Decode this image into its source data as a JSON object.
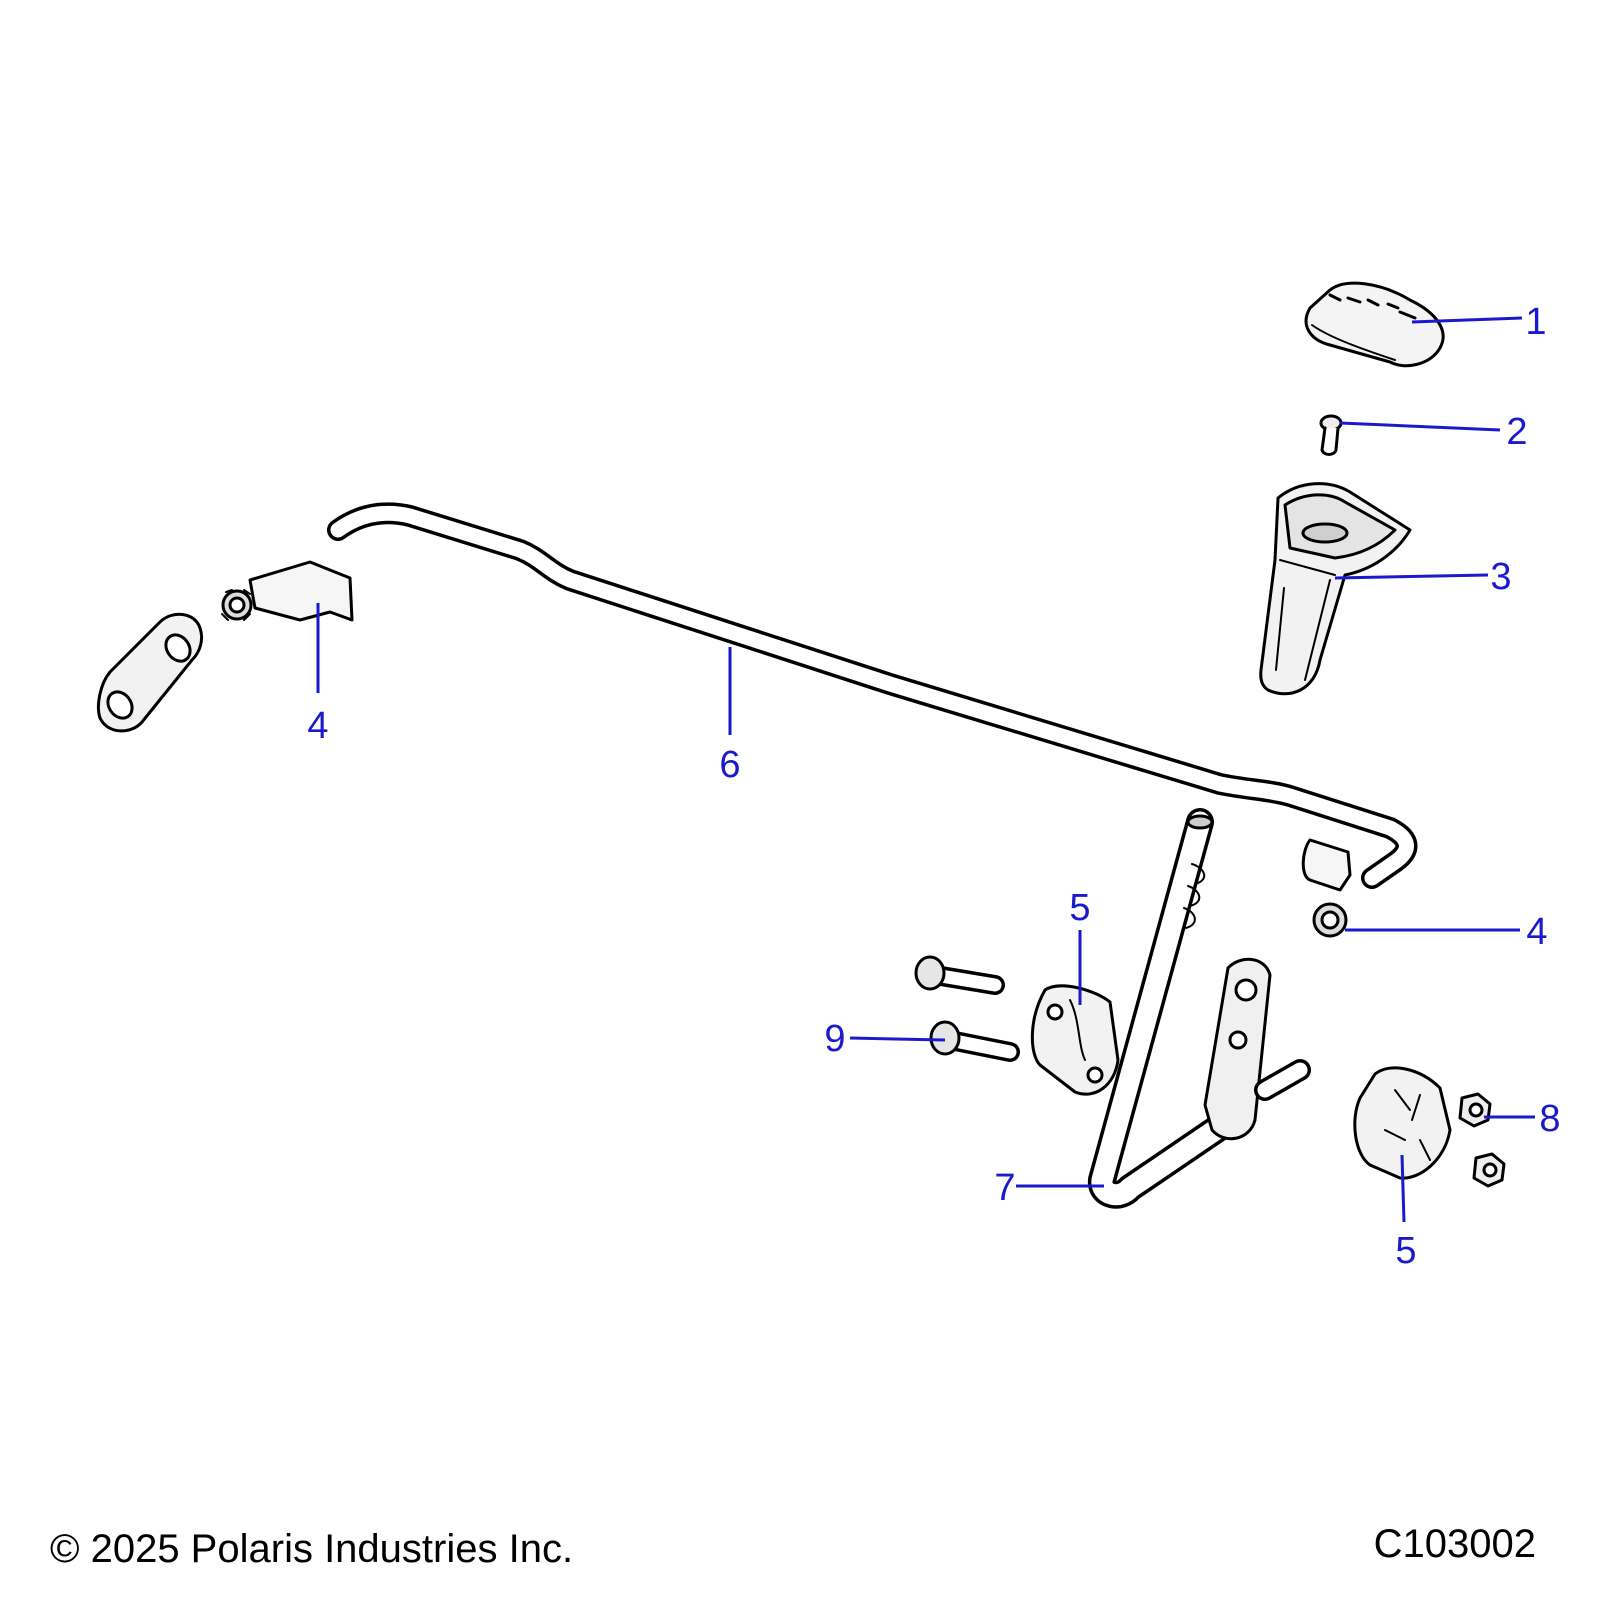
{
  "callout_color": "#1a1acc",
  "callouts": [
    {
      "id": "c1",
      "label": "1"
    },
    {
      "id": "c2",
      "label": "2"
    },
    {
      "id": "c3",
      "label": "3"
    },
    {
      "id": "c4a",
      "label": "4"
    },
    {
      "id": "c4b",
      "label": "4"
    },
    {
      "id": "c5a",
      "label": "5"
    },
    {
      "id": "c5b",
      "label": "5"
    },
    {
      "id": "c6",
      "label": "6"
    },
    {
      "id": "c7",
      "label": "7"
    },
    {
      "id": "c8",
      "label": "8"
    },
    {
      "id": "c9",
      "label": "9"
    }
  ],
  "parts": [
    {
      "name": "shift-knob-cap-part"
    },
    {
      "name": "screw-part"
    },
    {
      "name": "shift-knob-part"
    },
    {
      "name": "linkage-bracket-left-part"
    },
    {
      "name": "linkage-bracket-right-part"
    },
    {
      "name": "pivot-bracket-part"
    },
    {
      "name": "shift-rod-part"
    },
    {
      "name": "shift-lever-part"
    },
    {
      "name": "nut-part"
    },
    {
      "name": "bolt-part"
    }
  ],
  "footer": {
    "copyright": "© 2025 Polaris Industries Inc.",
    "diagram_id": "C103002"
  }
}
